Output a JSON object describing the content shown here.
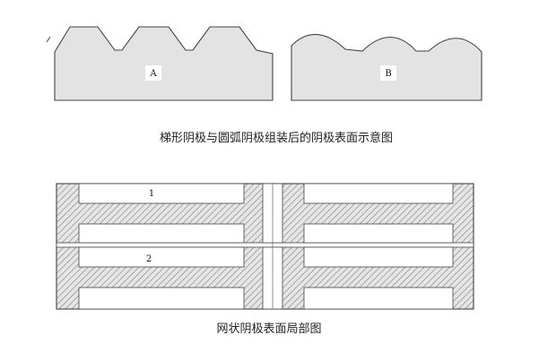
{
  "labels": {
    "shape_a": "A",
    "shape_b": "B",
    "row_1": "1",
    "row_2": "2"
  },
  "captions": {
    "top": "梯形阴极与圆弧阴极组装后的阴极表面示意图",
    "bottom": "网状阴极表面局部图"
  },
  "colors": {
    "fill": "#e3e3e3",
    "stroke": "#444444",
    "hatch": "#888888",
    "background": "#ffffff"
  }
}
